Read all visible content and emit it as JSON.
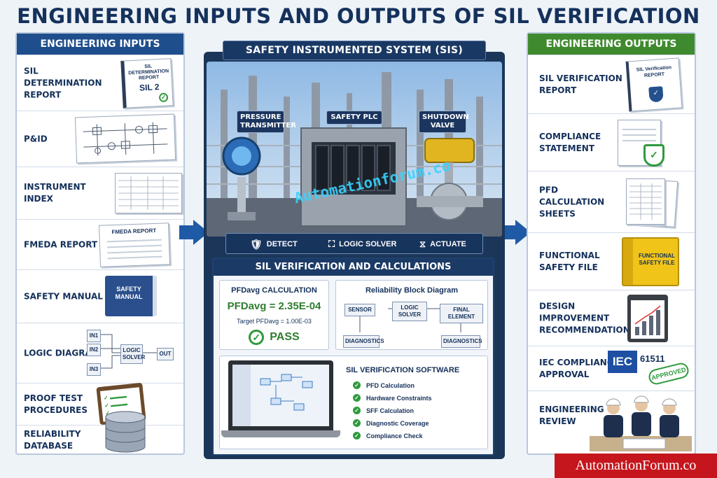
{
  "title": "ENGINEERING INPUTS AND OUTPUTS OF SIL VERIFICATION",
  "inputs": {
    "header": "ENGINEERING INPUTS",
    "items": [
      {
        "label": "SIL DETERMINATION REPORT",
        "doc_title": "SIL DETERMINATION REPORT",
        "doc_value": "SIL 2"
      },
      {
        "label": "P&ID"
      },
      {
        "label": "INSTRUMENT INDEX"
      },
      {
        "label": "FMEDA REPORT",
        "doc_title": "FMEDA REPORT"
      },
      {
        "label": "SAFETY MANUAL",
        "doc_title": "SAFETY MANUAL"
      },
      {
        "label": "LOGIC DIAGRAM",
        "in1": "IN1",
        "in2": "IN2",
        "in3": "IN3",
        "solver": "LOGIC SOLVER",
        "out": "OUT"
      },
      {
        "label": "PROOF TEST PROCEDURES"
      },
      {
        "label": "RELIABILITY DATABASE"
      }
    ]
  },
  "center": {
    "title": "SAFETY INSTRUMENTED SYSTEM (SIS)",
    "callouts": {
      "transmitter": "PRESSURE TRANSMITTER",
      "plc": "SAFETY PLC",
      "valve": "SHUTDOWN VALVE"
    },
    "flow": {
      "detect": "DETECT",
      "logic": "LOGIC SOLVER",
      "actuate": "ACTUATE"
    },
    "watermark": "Automationforum.co",
    "calc_header": "SIL VERIFICATION AND CALCULATIONS",
    "pfd": {
      "title": "PFDavg CALCULATION",
      "value": "PFDavg = 2.35E-04",
      "target": "Target PFDavg = 1.00E-03",
      "result": "PASS"
    },
    "rbd": {
      "title": "Reliability Block Diagram",
      "sensor": "SENSOR",
      "solver": "LOGIC SOLVER",
      "final": "FINAL ELEMENT",
      "diag1": "DIAGNOSTICS",
      "diag2": "DIAGNOSTICS"
    },
    "software": {
      "title": "SIL VERIFICATION SOFTWARE",
      "checks": [
        "PFD Calculation",
        "Hardware Constraints",
        "SFF Calculation",
        "Diagnostic Coverage",
        "Compliance Check"
      ]
    }
  },
  "outputs": {
    "header": "ENGINEERING OUTPUTS",
    "items": [
      {
        "label": "SIL VERIFICATION REPORT",
        "doc_title": "SIL Verification REPORT"
      },
      {
        "label": "COMPLIANCE STATEMENT"
      },
      {
        "label": "PFD CALCULATION SHEETS"
      },
      {
        "label": "FUNCTIONAL SAFETY FILE",
        "doc_title": "FUNCTIONAL SAFETY FILE"
      },
      {
        "label": "DESIGN IMPROVEMENT RECOMMENDATIONS"
      },
      {
        "label": "IEC COMPLIANCE APPROVAL",
        "iec": "IEC",
        "standard": "61511",
        "stamp": "APPROVED"
      },
      {
        "label": "ENGINEERING REVIEW"
      }
    ]
  },
  "footer_logo": "AutomationForum.co",
  "colors": {
    "navy": "#15315c",
    "input_header": "#1f4e8c",
    "output_header": "#3f8a2e",
    "pass_green": "#2f9a3d",
    "brand_red": "#c5161d"
  }
}
